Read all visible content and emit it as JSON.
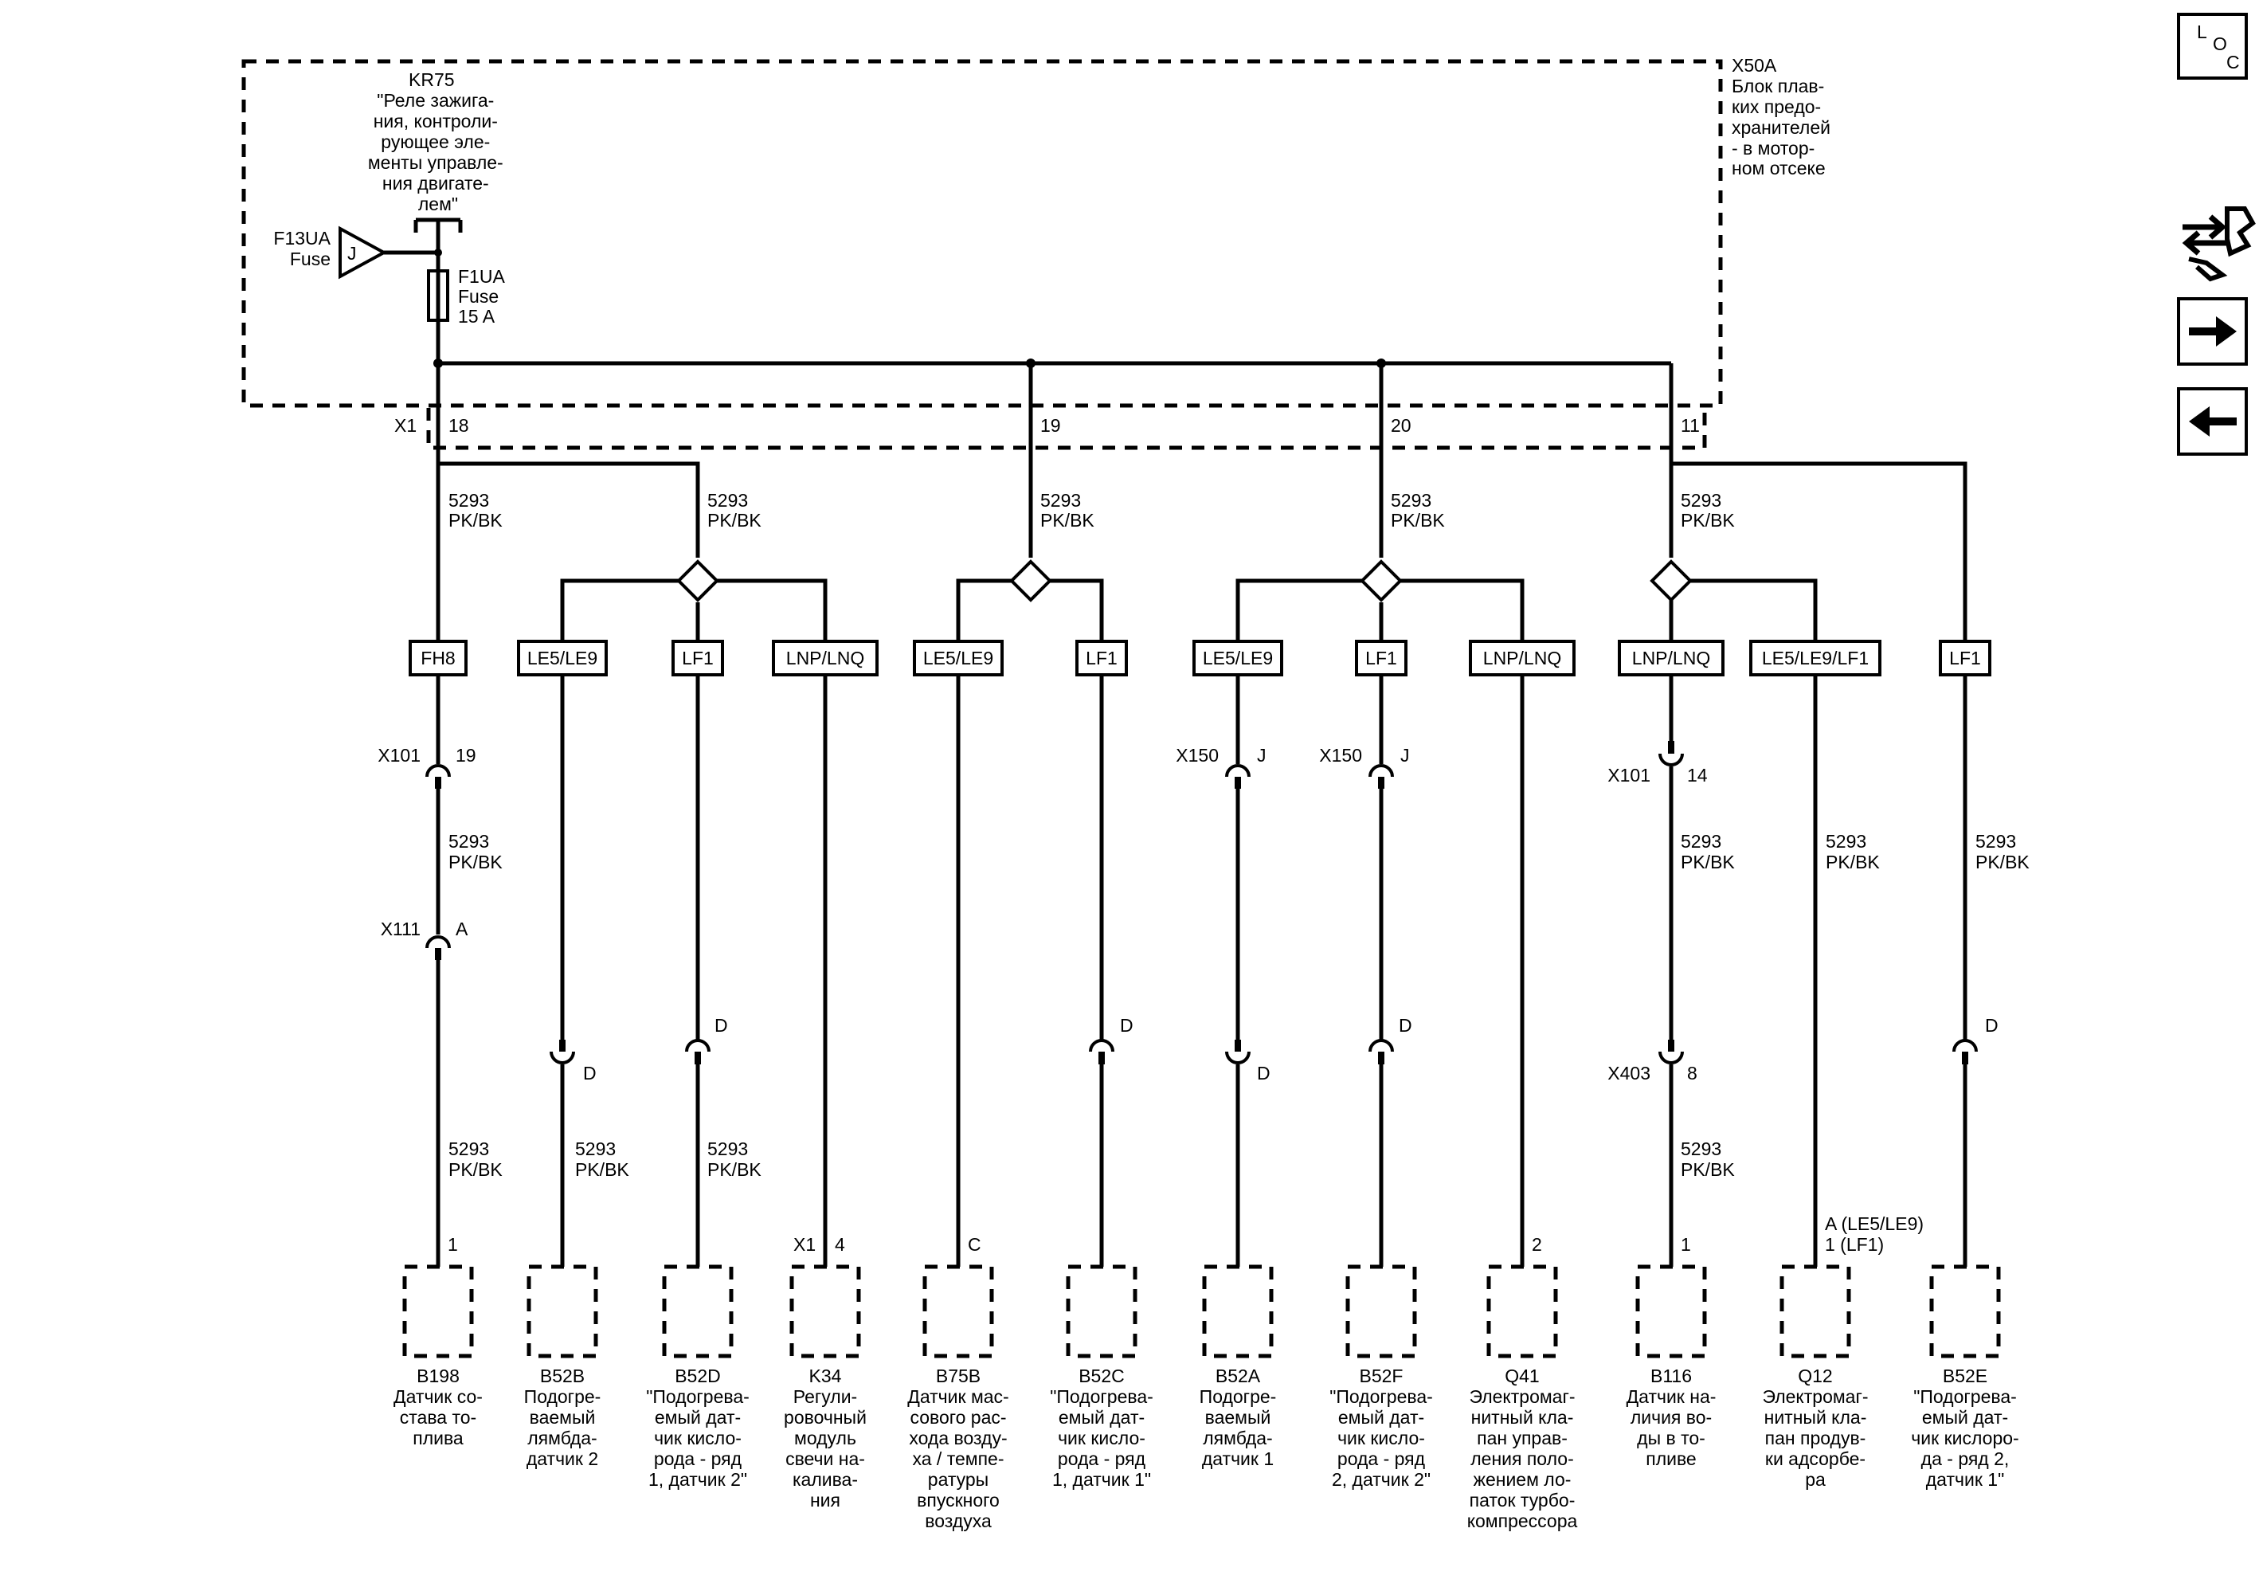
{
  "header": {
    "relay": {
      "id": "KR75",
      "lines": [
        "\"Реле зажига-",
        "ния, контроли-",
        "рующее эле-",
        "менты управле-",
        "ния двигате-",
        "лем\""
      ]
    },
    "fuse_block": {
      "id": "X50A",
      "lines": [
        "Блок плав-",
        "ких предо-",
        "хранителей",
        "- в мотор-",
        "ном отсеке"
      ]
    },
    "f13": {
      "lines": [
        "F13UA",
        "Fuse"
      ],
      "pin": "J"
    },
    "f1": {
      "lines": [
        "F1UA",
        "Fuse",
        "15 A"
      ]
    },
    "x1_label": "X1"
  },
  "nav": {
    "loc_l": "L",
    "loc_o": "O",
    "loc_c": "C"
  },
  "pins_top": [
    "18",
    "19",
    "20",
    "11"
  ],
  "wire_labels": {
    "a": [
      "5293",
      "PK/BK"
    ],
    "b": [
      "5293",
      "PK/BK"
    ],
    "c": [
      "5293",
      "PK/BK"
    ],
    "d": [
      "5293",
      "PK/BK"
    ],
    "e": [
      "5293",
      "PK/BK"
    ],
    "f": [
      "5293",
      "PK/BK"
    ],
    "g": [
      "5293",
      "PK/BK"
    ],
    "h": [
      "5293",
      "PK/BK"
    ],
    "i": [
      "5293",
      "PK/BK"
    ],
    "j": [
      "5293",
      "PK/BK"
    ],
    "k": [
      "5293",
      "PK/BK"
    ],
    "l": [
      "5293",
      "PK/BK"
    ],
    "m": [
      "5293",
      "PK/BK"
    ]
  },
  "options": [
    "FH8",
    "LE5/LE9",
    "LF1",
    "LNP/LNQ",
    "LE5/LE9",
    "LF1",
    "LE5/LE9",
    "LF1",
    "LNP/LNQ",
    "LNP/LNQ",
    "LE5/LE9/LF1",
    "LF1"
  ],
  "connectors": {
    "x101a": {
      "name": "X101",
      "pin": "19"
    },
    "x111": {
      "name": "X111",
      "pin": "A"
    },
    "x150a": {
      "name": "X150",
      "pin": "J"
    },
    "x150b": {
      "name": "X150",
      "pin": "J"
    },
    "x101b": {
      "name": "X101",
      "pin": "14"
    },
    "x403": {
      "name": "X403",
      "pin": "8"
    },
    "d_b52b": "D",
    "d_b52d": "D",
    "d_b52c": "D",
    "d_b52a": "D",
    "d_b52f": "D",
    "d_b52e": "D"
  },
  "component_pins": {
    "b198": "1",
    "k34_conn": "X1",
    "k34": "4",
    "b75b": "C",
    "q41": "2",
    "b116": "1",
    "q12": [
      "A (LE5/LE9)",
      "1 (LF1)"
    ]
  },
  "components": [
    {
      "id": "B198",
      "lines": [
        "Датчик со-",
        "става то-",
        "плива"
      ]
    },
    {
      "id": "B52B",
      "lines": [
        "Подогре-",
        "ваемый",
        "лямбда-",
        "датчик 2"
      ]
    },
    {
      "id": "B52D",
      "lines": [
        "\"Подогрева-",
        "емый дат-",
        "чик кисло-",
        "рода - ряд",
        "1, датчик 2\""
      ]
    },
    {
      "id": "K34",
      "lines": [
        "Регули-",
        "ровочный",
        "модуль",
        "свечи на-",
        "калива-",
        "ния"
      ]
    },
    {
      "id": "B75B",
      "lines": [
        "Датчик мас-",
        "сового рас-",
        "хода возду-",
        "ха / темпе-",
        "ратуры",
        "впускного",
        "воздуха"
      ]
    },
    {
      "id": "B52C",
      "lines": [
        "\"Подогрева-",
        "емый дат-",
        "чик кисло-",
        "рода - ряд",
        "1, датчик 1\""
      ]
    },
    {
      "id": "B52A",
      "lines": [
        "Подогре-",
        "ваемый",
        "лямбда-",
        "датчик 1"
      ]
    },
    {
      "id": "B52F",
      "lines": [
        "\"Подогрева-",
        "емый дат-",
        "чик кисло-",
        "рода - ряд",
        "2, датчик 2\""
      ]
    },
    {
      "id": "Q41",
      "lines": [
        "Электромаг-",
        "нитный кла-",
        "пан управ-",
        "ления поло-",
        "жением ло-",
        "паток турбо-",
        "компрессора"
      ]
    },
    {
      "id": "B116",
      "lines": [
        "Датчик на-",
        "личия во-",
        "ды в то-",
        "пливе"
      ]
    },
    {
      "id": "Q12",
      "lines": [
        "Электромаг-",
        "нитный кла-",
        "пан продув-",
        "ки адсорбе-",
        "ра"
      ]
    },
    {
      "id": "B52E",
      "lines": [
        "\"Подогрева-",
        "емый дат-",
        "чик кислоро-",
        "да - ряд 2,",
        "датчик 1\""
      ]
    }
  ]
}
